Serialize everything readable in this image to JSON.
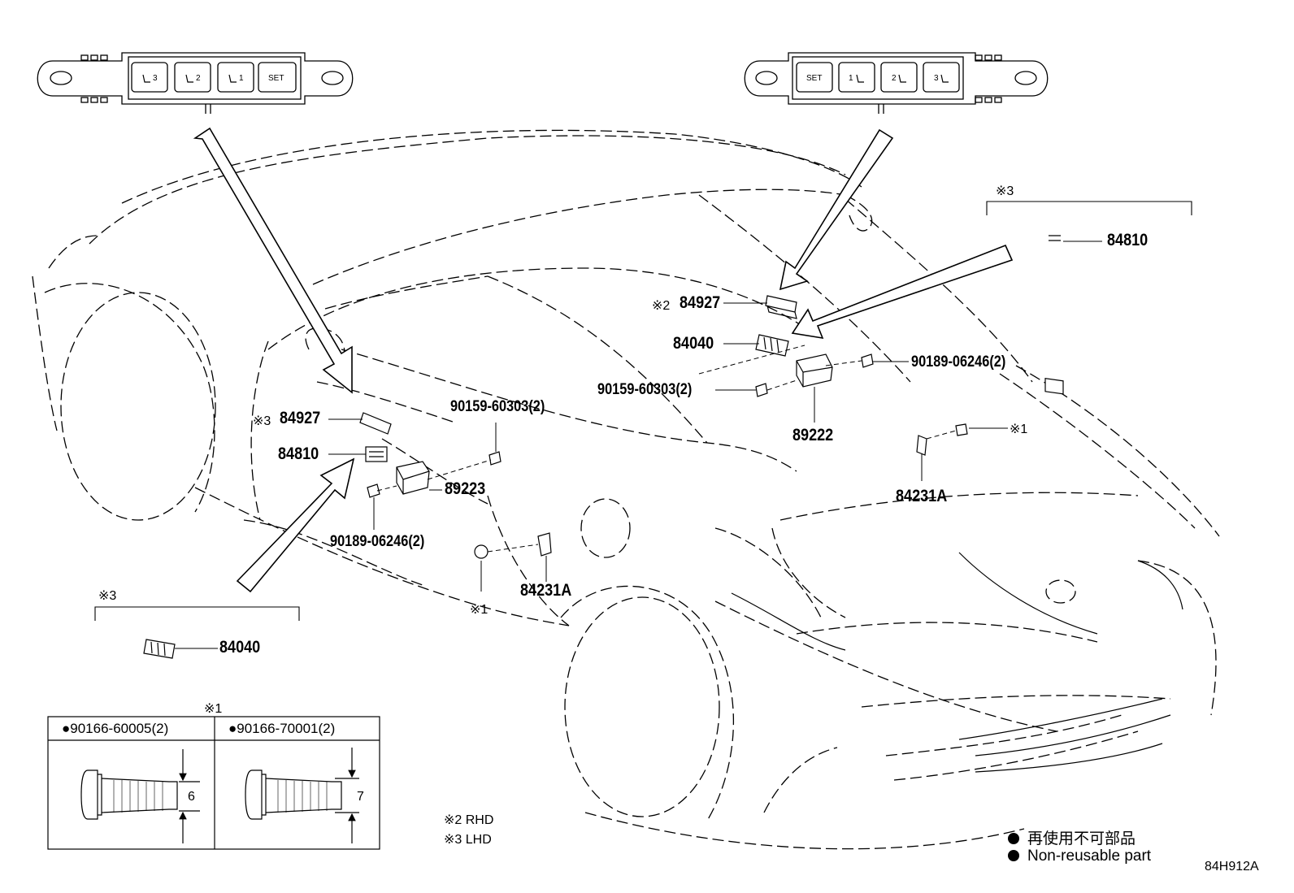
{
  "buttons_left": [
    "3",
    "2",
    "1",
    "SET"
  ],
  "buttons_right": [
    "SET",
    "1",
    "2",
    "3"
  ],
  "labels": {
    "p84810_right": "84810",
    "p84927_rhd": "84927",
    "p84040_mid": "84040",
    "p90189_right": "90189-06246(2)",
    "p90159_right": "90159-60303(2)",
    "p89222": "89222",
    "p84231a_right": "84231A",
    "p84927_lhd": "84927",
    "p84810_left": "84810",
    "p90159_left": "90159-60303(2)",
    "p89223": "89223",
    "p90189_left": "90189-06246(2)",
    "p84231a_left": "84231A",
    "p84040_left": "84040"
  },
  "marks": {
    "ref1": "※1",
    "ref2": "※2",
    "ref3": "※3"
  },
  "table": {
    "title_mark": "※1",
    "col1_header": "●90166-60005(2)",
    "col2_header": "●90166-70001(2)",
    "col1_dim": "6",
    "col2_dim": "7"
  },
  "notes": {
    "rhd": "※2 RHD",
    "lhd": "※3 LHD"
  },
  "legend": {
    "jp": "再使用不可部品",
    "en": "Non-reusable part"
  },
  "diagram_code": "84H912A"
}
